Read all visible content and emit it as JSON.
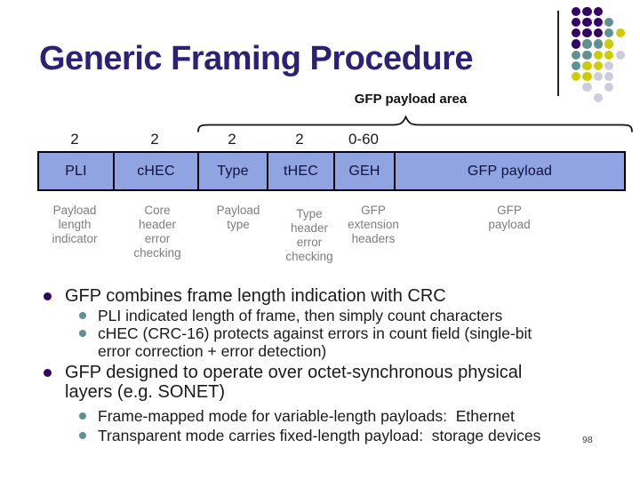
{
  "slide": {
    "title": "Generic Framing Procedure",
    "page_number": "98"
  },
  "diagram": {
    "area_label": "GFP payload area",
    "fields": [
      {
        "size": "2",
        "name": "PLI",
        "description": "Payload\nlength\nindicator"
      },
      {
        "size": "2",
        "name": "cHEC",
        "description": "Core\nheader\nerror\nchecking"
      },
      {
        "size": "2",
        "name": "Type",
        "description": "Payload\ntype"
      },
      {
        "size": "2",
        "name": "tHEC",
        "description": "Type\nheader\nerror\nchecking"
      },
      {
        "size": "0-60",
        "name": "GEH",
        "description": "GFP\nextension\nheaders"
      },
      {
        "size": "",
        "name": "GFP payload",
        "description": "GFP\npayload"
      }
    ],
    "colors": {
      "cell_bg": "#8fa4e0",
      "cell_border": "#000000"
    }
  },
  "bullets": [
    {
      "level": 1,
      "text": "GFP combines frame length indication with CRC"
    },
    {
      "level": 2,
      "text": "PLI indicated length of frame, then simply count characters"
    },
    {
      "level": 2,
      "text": "cHEC (CRC-16) protects against errors in count field (single-bit\nerror correction + error detection)"
    },
    {
      "level": 1,
      "text": "GFP designed to operate over octet-synchronous physical\nlayers (e.g. SONET)"
    },
    {
      "level": 2,
      "text": "Frame-mapped mode for variable-length payloads:  Ethernet"
    },
    {
      "level": 2,
      "text": "Transparent mode carries fixed-length payload:  storage devices"
    }
  ],
  "decoration": {
    "rows": [
      "PPP--",
      "PPPT-",
      "PPPTY",
      "PTTY-",
      "TTYYG",
      "TYYG-",
      "YYGG-",
      "-G-G-",
      "--G--"
    ],
    "colors": {
      "P": "#330066",
      "T": "#5f9191",
      "Y": "#cccc00",
      "G": "#ccccdd"
    }
  }
}
